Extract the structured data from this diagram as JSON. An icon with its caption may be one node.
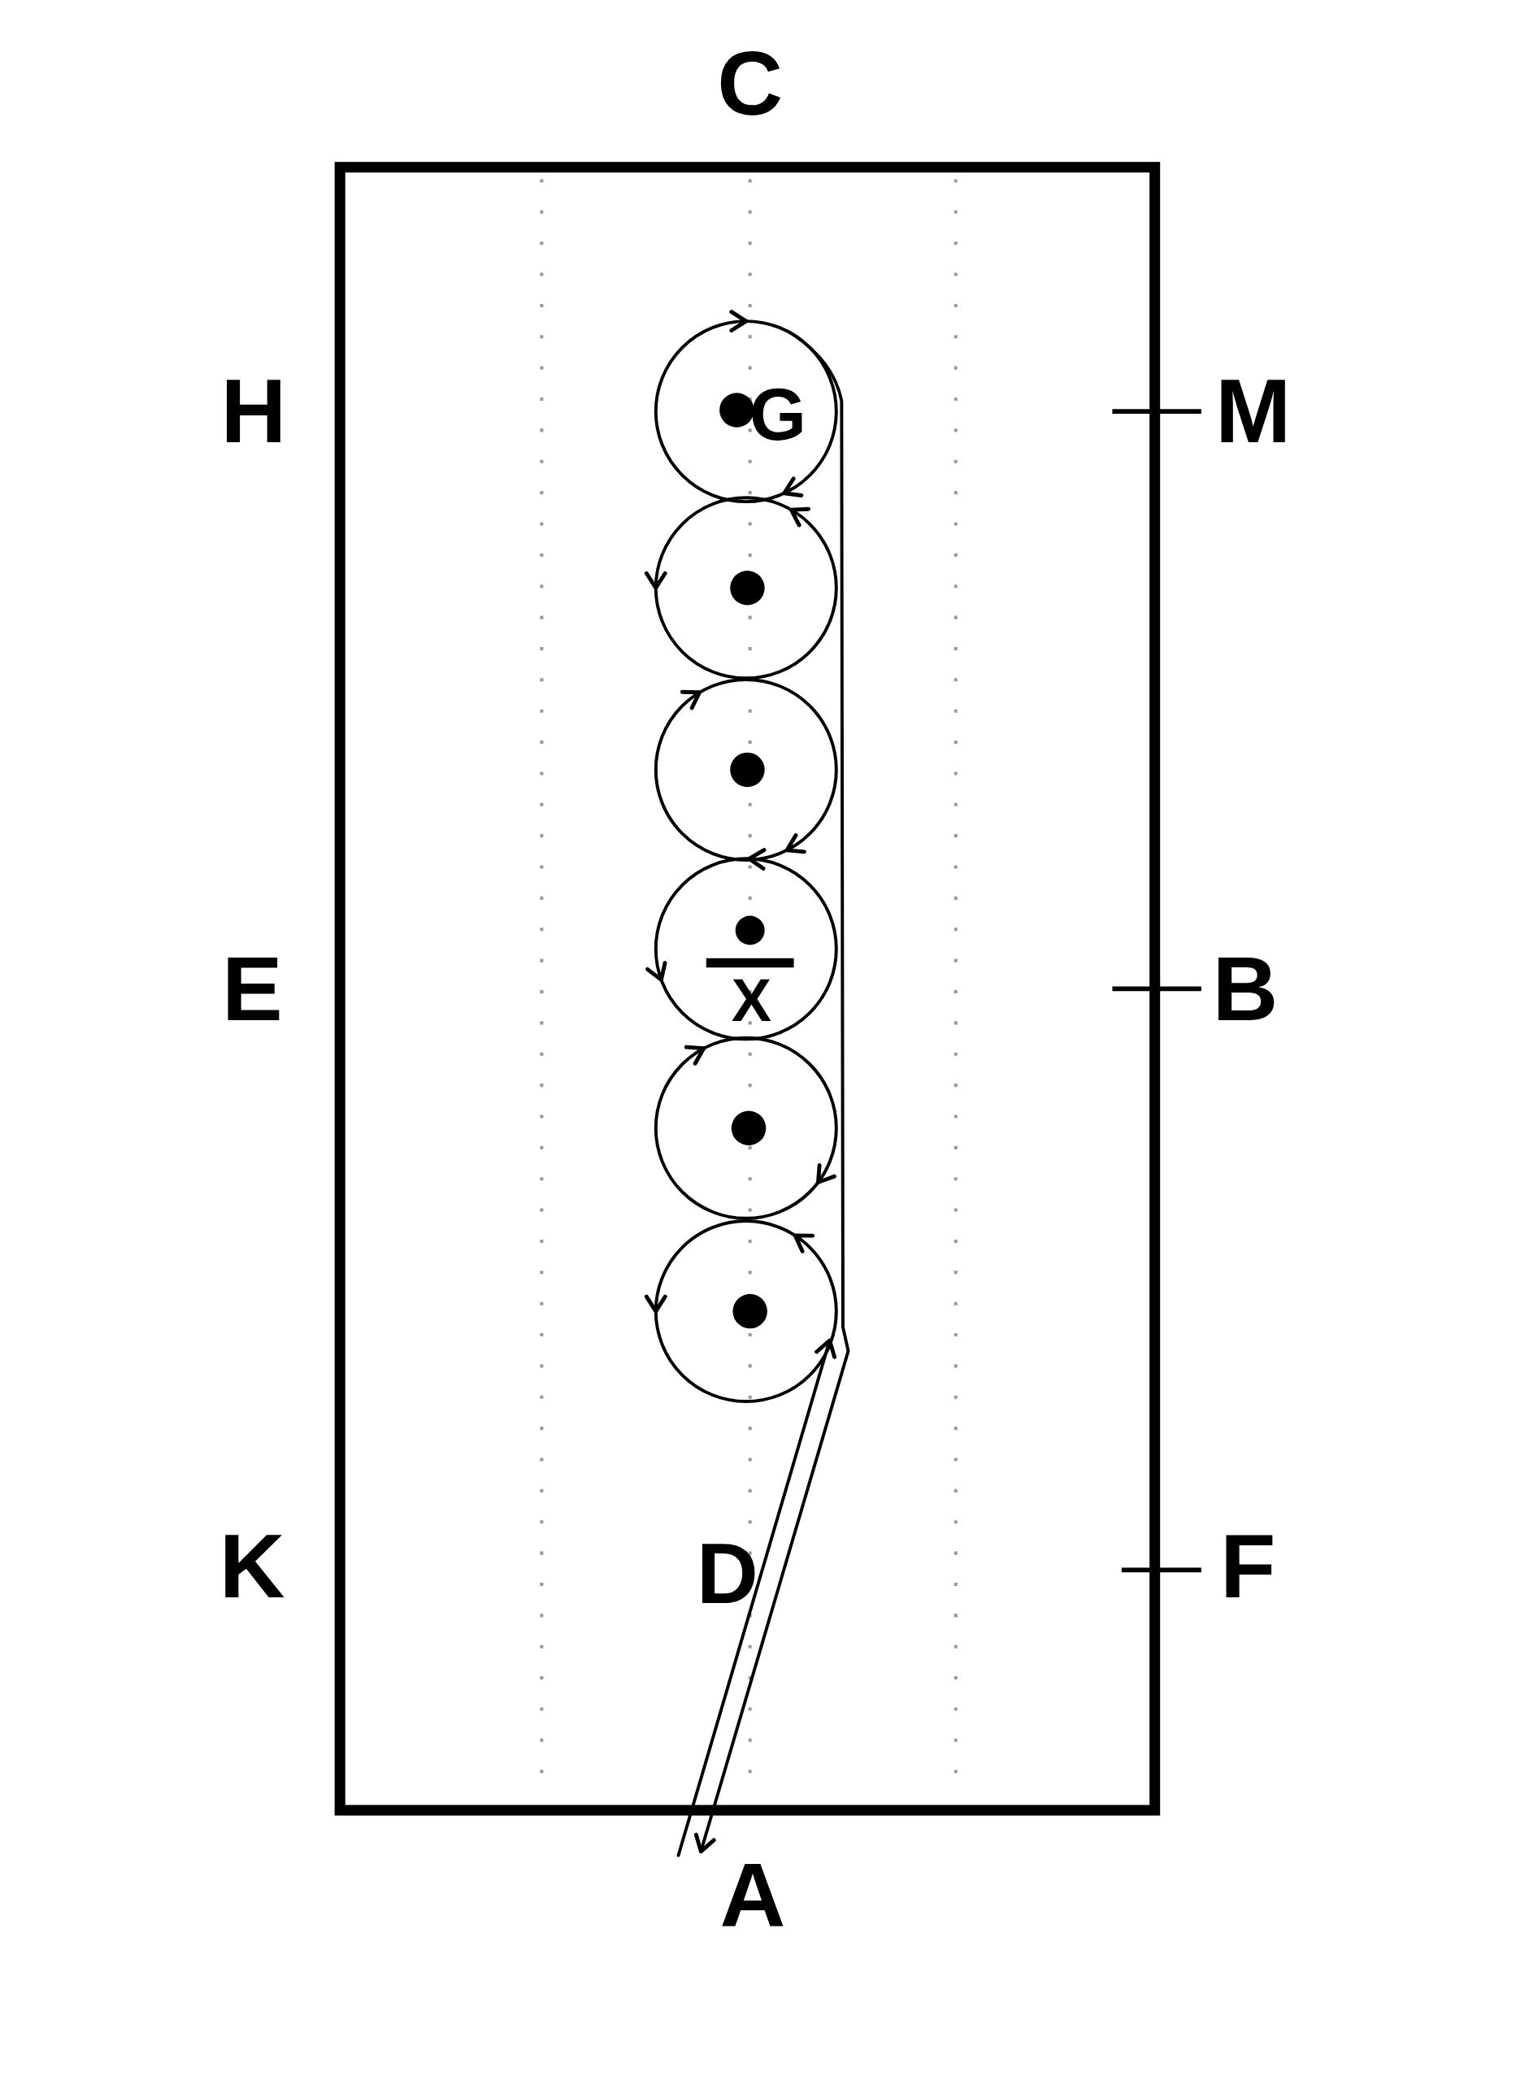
{
  "diagram": {
    "labels": [
      "C",
      "H",
      "G",
      "M",
      "E",
      "X",
      "B",
      "K",
      "D",
      "F",
      "A"
    ]
  }
}
